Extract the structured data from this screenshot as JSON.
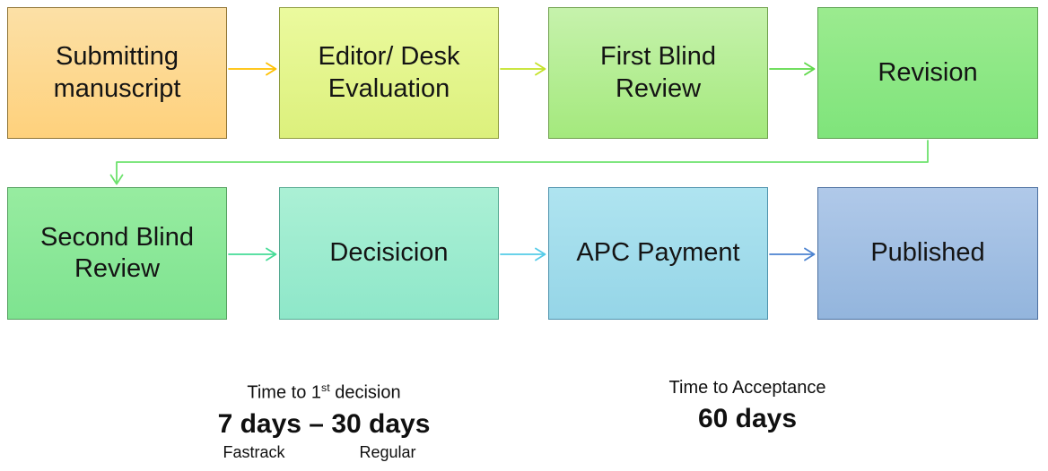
{
  "title": "Manuscript review process flowchart",
  "boxes": [
    {
      "id": "submitting-manuscript",
      "label": "Submitting manuscript",
      "fill_top": "#FCE0A6",
      "fill_bottom": "#FED17C",
      "border": "#8F7434"
    },
    {
      "id": "editor-desk-evaluation",
      "label": "Editor/ Desk Evaluation",
      "fill_top": "#EBFA9E",
      "fill_bottom": "#DCF07C",
      "border": "#8E9C3F"
    },
    {
      "id": "first-blind-review",
      "label": "First Blind Review",
      "fill_top": "#C6F2AC",
      "fill_bottom": "#A4E97D",
      "border": "#6FA04C"
    },
    {
      "id": "revision",
      "label": "Revision",
      "fill_top": "#9BEB8F",
      "fill_bottom": "#7FE47B",
      "border": "#5AA04F"
    },
    {
      "id": "second-blind-review",
      "label": "Second Blind Review",
      "fill_top": "#97ECA0",
      "fill_bottom": "#7EE390",
      "border": "#55A060"
    },
    {
      "id": "decisicion",
      "label": "Decisicion",
      "fill_top": "#ABF0D5",
      "fill_bottom": "#8EE7C9",
      "border": "#56AA92"
    },
    {
      "id": "apc-payment",
      "label": "APC Payment",
      "fill_top": "#AFE4F0",
      "fill_bottom": "#95D5E7",
      "border": "#4F93AD"
    },
    {
      "id": "published",
      "label": "Published",
      "fill_top": "#B0C9E9",
      "fill_bottom": "#93B5DD",
      "border": "#4C70A0"
    }
  ],
  "arrows": {
    "a1": {
      "name": "submitting-to-editor",
      "color": "#FFC000"
    },
    "a2": {
      "name": "editor-to-first-review",
      "color": "#C4E227"
    },
    "a3": {
      "name": "first-review-to-revision",
      "color": "#5FD94A"
    },
    "elbow": {
      "name": "revision-to-second-review",
      "color": "#6DE26D"
    },
    "a4": {
      "name": "second-review-to-decision",
      "color": "#45DC97"
    },
    "a5": {
      "name": "decision-to-apc",
      "color": "#54CBE8"
    },
    "a6": {
      "name": "apc-to-published",
      "color": "#4C83D0"
    }
  },
  "captions": {
    "first_decision": {
      "prefix": "Time to 1",
      "sup": "st",
      "suffix": " decision",
      "value": "7 days – 30 days",
      "fast_label": "Fastrack",
      "regular_label": "Regular"
    },
    "acceptance": {
      "label": "Time to Acceptance",
      "value": "60 days"
    }
  }
}
